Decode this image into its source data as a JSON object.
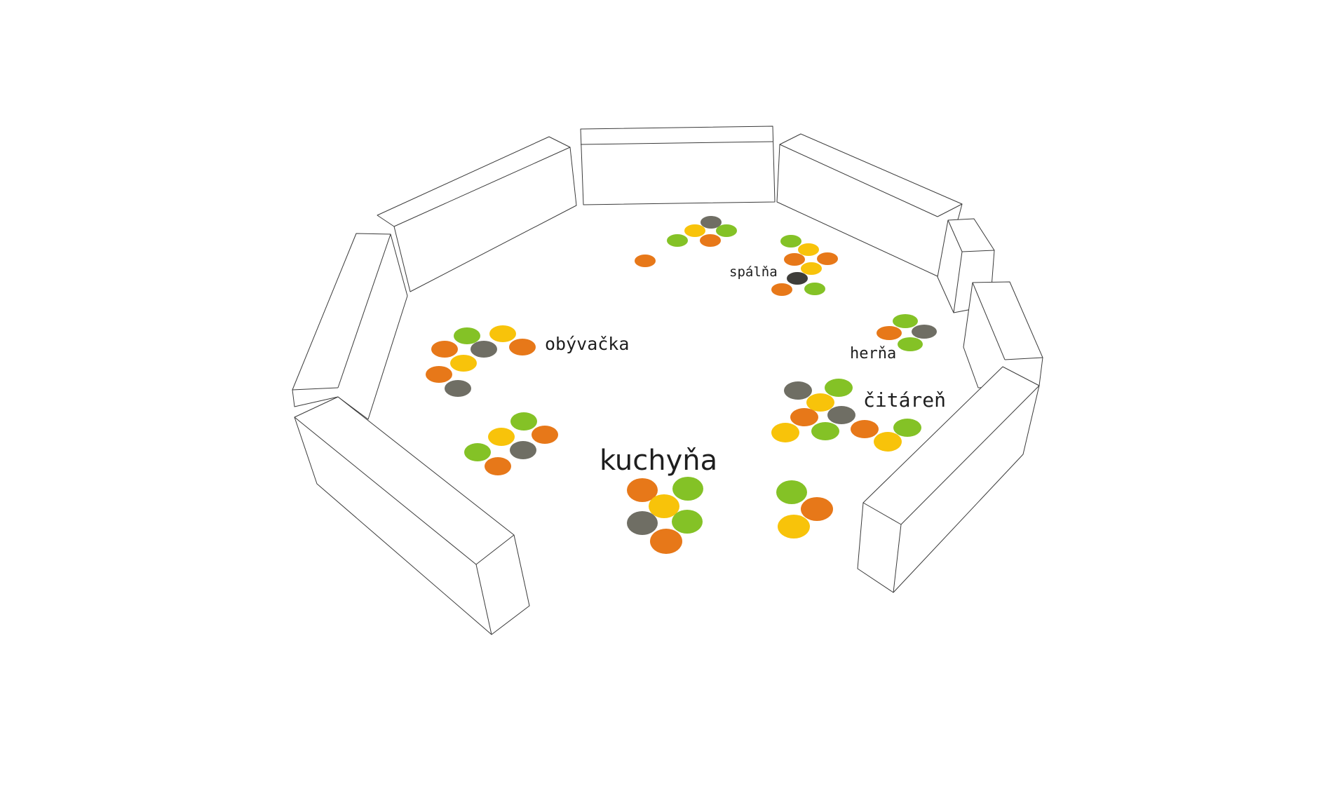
{
  "labels": {
    "obyvacka": "obývačka",
    "spalna": "spálňa",
    "herna": "herňa",
    "citaren": "čitáreň",
    "kuchyna": "kuchyňa"
  },
  "colors": {
    "green": "#84c226",
    "yellow": "#f8c30a",
    "orange": "#e77819",
    "gray": "#6f6e64",
    "dark": "#3e3d39",
    "line": "#3a3a3a"
  }
}
